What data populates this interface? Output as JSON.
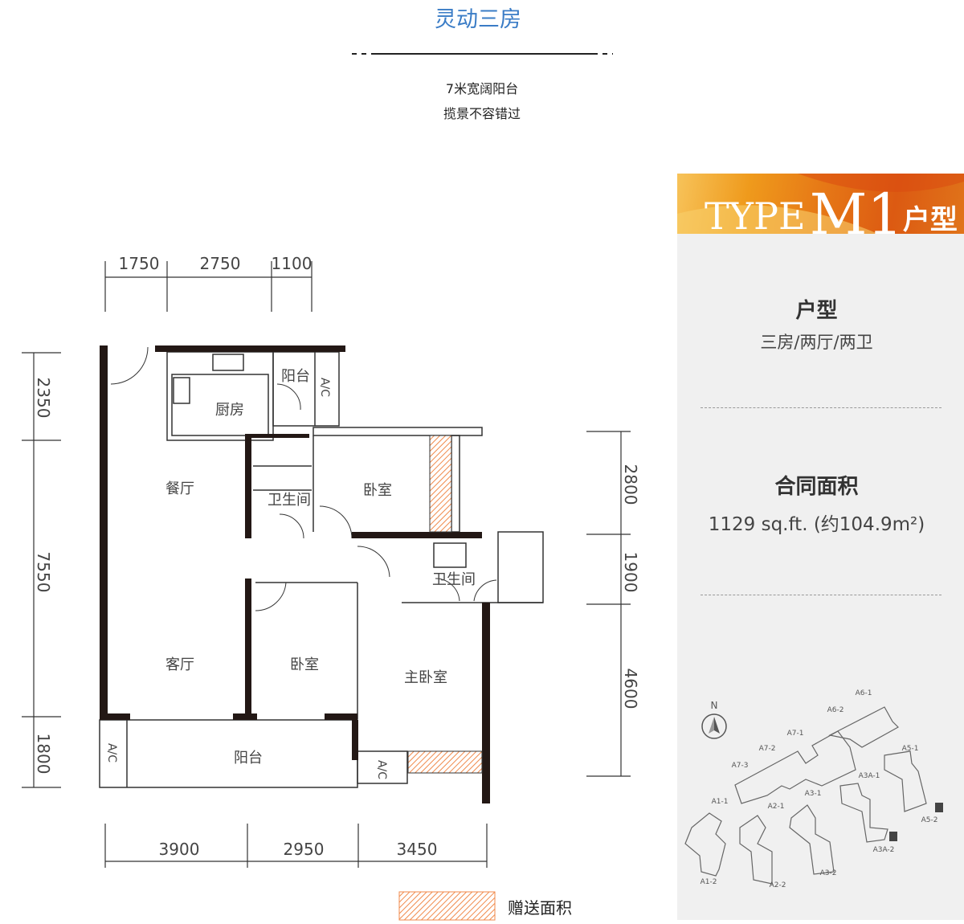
{
  "header": {
    "title": "灵动三房",
    "subtitle_line1": "7米宽阔阳台",
    "subtitle_line2": "揽景不容错过"
  },
  "info_panel": {
    "banner_type_word": "TYPE",
    "banner_code": "M1",
    "banner_suffix": "户型",
    "type_heading": "户型",
    "type_value": "三房/两厅/两卫",
    "area_heading": "合同面积",
    "area_value": "1129 sq.ft.  (约104.9m²)"
  },
  "floor_plan": {
    "rooms": {
      "kitchen": "厨房",
      "kitchen_balcony": "阳台",
      "ac_top": "A/C",
      "dining": "餐厅",
      "bathroom_1": "卫生间",
      "bedroom_1": "卧室",
      "bathroom_2": "卫生间",
      "living": "客厅",
      "bedroom_2": "卧室",
      "master_bedroom": "主卧室",
      "balcony": "阳台",
      "ac_left": "A/C",
      "ac_bottom": "A/C"
    },
    "dimensions": {
      "top": [
        "1750",
        "2750",
        "1100"
      ],
      "left": [
        "2350",
        "7550",
        "1800"
      ],
      "right": [
        "2800",
        "1900",
        "4600"
      ],
      "bottom": [
        "3900",
        "2950",
        "3450"
      ]
    },
    "legend_label": "赠送面积",
    "hatch_color": "#f08a4b"
  },
  "site_map": {
    "north_label": "N",
    "buildings": [
      "A6-1",
      "A6-2",
      "A7-1",
      "A7-2",
      "A7-3",
      "A5-1",
      "A5-2",
      "A3A-1",
      "A3A-2",
      "A3-1",
      "A3-2",
      "A2-1",
      "A2-2",
      "A1-1",
      "A1-2"
    ]
  }
}
